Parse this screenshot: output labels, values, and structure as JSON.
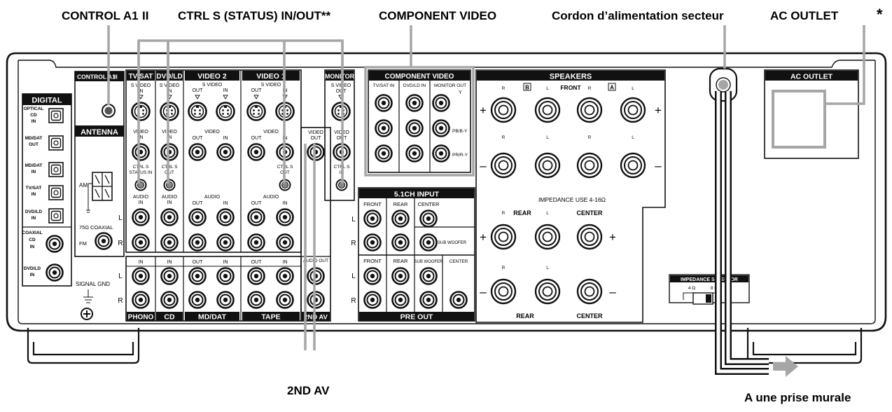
{
  "callouts": {
    "control_a1": "CONTROL A1",
    "control_a1_mark": "II",
    "ctrl_s": "CTRL S (STATUS) IN/OUT**",
    "component_video": "COMPONENT VIDEO",
    "power_cord": "Cordon d’alimentation secteur",
    "ac_outlet": "AC OUTLET",
    "ac_outlet_mark": "*",
    "second_av": "2ND AV",
    "wall_outlet": "A une prise murale"
  },
  "panel": {
    "digital": {
      "title": "DIGITAL",
      "optical_cd": [
        "OPTICAL",
        "CD",
        "IN"
      ],
      "md_dat_out": [
        "MD/DAT",
        "OUT"
      ],
      "md_dat_in": [
        "MD/DAT",
        "IN"
      ],
      "tv_sat_in": [
        "TV/SAT",
        "IN"
      ],
      "dvd_ld_in": [
        "DVD/LD",
        "IN"
      ],
      "coaxial_cd": [
        "COAXIAL",
        "CD",
        "IN"
      ],
      "coaxial_dvd": [
        "DVD/LD",
        "IN"
      ]
    },
    "signal_gnd": "SIGNAL  GND",
    "control_a1_header": "CONTROL A1",
    "control_a1_header_mark": "II",
    "antenna": {
      "title": "ANTENNA",
      "am": "AM",
      "coaxial": "75Ω COAXIAL",
      "fm": "FM"
    },
    "tv_sat": "TV/SAT",
    "dvd_ld": "DVD/LD",
    "video2": "VIDEO 2",
    "video1": "VIDEO 1",
    "monitor": "MONITOR",
    "s_video": "S VIDEO",
    "s_video_in": "IN",
    "s_video_out": "OUT",
    "video_label": "VIDEO",
    "video_in": "IN",
    "video_out": "OUT",
    "audio_label": "AUDIO",
    "audio_in": "IN",
    "audio_out": "OUT",
    "ctrl_s_status_in": [
      "CTRL S",
      "STATUS IN"
    ],
    "ctrl_s_out": [
      "CTRL S",
      "OUT"
    ],
    "ctrl_s_in": [
      "CTRL S",
      "IN"
    ],
    "left": "L",
    "right": "R",
    "phono": "PHONO",
    "cd": "CD",
    "md_dat": "MD/DAT",
    "tape": "TAPE",
    "second_av": "2ND AV",
    "audio_out_label": "AUDIO OUT",
    "component_video": {
      "title": "COMPONENT VIDEO",
      "tv_sat_in": "TV/SAT IN",
      "dvd_ld_in": "DVD/LD IN",
      "monitor_out": "MONITOR OUT",
      "y": "Y",
      "pb": "PB/B-Y",
      "pr": "PR/R-Y"
    },
    "input_5_1": {
      "title": "5.1CH INPUT",
      "front": "FRONT",
      "rear": "REAR",
      "center": "CENTER",
      "sub_woofer": "SUB WOOFER"
    },
    "pre_out": {
      "title": "PRE OUT",
      "front": "FRONT",
      "rear": "REAR",
      "sub_woofer": "SUB WOOFER",
      "center": "CENTER"
    },
    "speakers": {
      "title": "SPEAKERS",
      "front": "FRONT",
      "badge_b": "B",
      "badge_a": "A",
      "impedance": "IMPEDANCE USE 4-16Ω",
      "rear": "REAR",
      "center": "CENTER",
      "plus": "+",
      "minus": "–",
      "r": "R",
      "l": "L"
    },
    "impedance_selector": {
      "title": "IMPEDANCE SELECTOR",
      "four": "4 Ω",
      "eight": "8 Ω"
    },
    "ac_outlet": "AC OUTLET"
  },
  "colors": {
    "line": "#111111",
    "callout": "#a6a6a6"
  }
}
